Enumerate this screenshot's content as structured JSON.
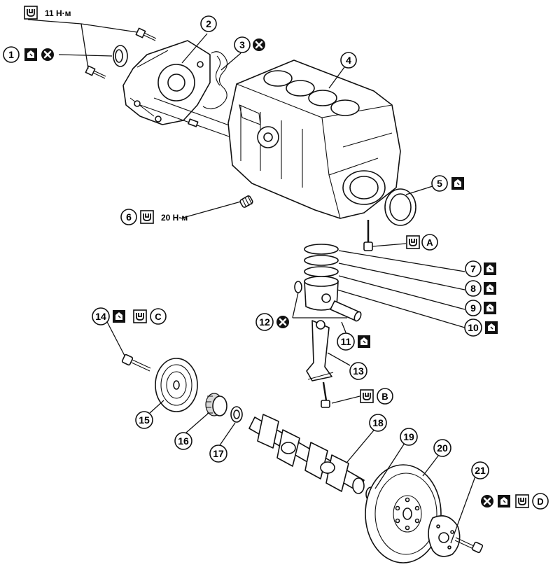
{
  "callouts": [
    {
      "num": "1"
    },
    {
      "num": "2"
    },
    {
      "num": "3"
    },
    {
      "num": "4"
    },
    {
      "num": "5"
    },
    {
      "num": "6"
    },
    {
      "num": "7"
    },
    {
      "num": "8"
    },
    {
      "num": "9"
    },
    {
      "num": "10"
    },
    {
      "num": "11"
    },
    {
      "num": "12"
    },
    {
      "num": "13"
    },
    {
      "num": "14"
    },
    {
      "num": "15"
    },
    {
      "num": "16"
    },
    {
      "num": "17"
    },
    {
      "num": "18"
    },
    {
      "num": "19"
    },
    {
      "num": "20"
    },
    {
      "num": "21"
    }
  ],
  "torque_labels": [
    {
      "text": "11 Н·м"
    },
    {
      "text": "20 Н·м"
    }
  ],
  "torque_markers": [
    {
      "letter": "A"
    },
    {
      "letter": "B"
    },
    {
      "letter": "C"
    },
    {
      "letter": "D"
    }
  ],
  "icons": {
    "torque": "torque-wrench-icon",
    "replace": "do-not-reuse-icon",
    "lube": "apply-oil-icon"
  }
}
